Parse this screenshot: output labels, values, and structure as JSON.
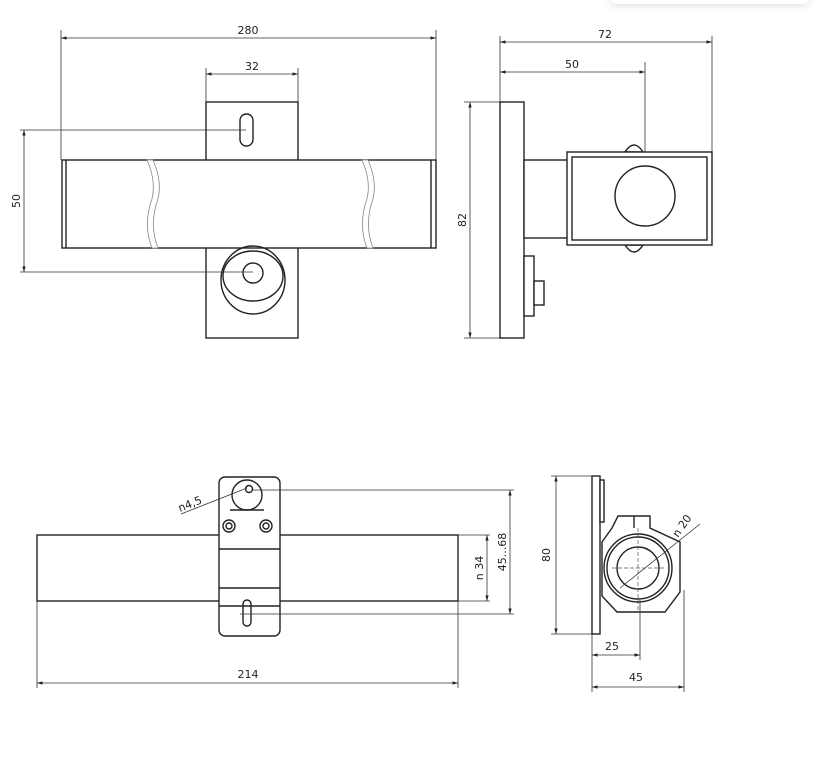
{
  "views": {
    "front_top": {
      "dim_overall_width": "280",
      "dim_plate_width": "32",
      "dim_height": "50"
    },
    "side_top": {
      "dim_overall_depth": "72",
      "dim_center_offset": "50",
      "dim_height": "82"
    },
    "front_bottom": {
      "dim_length": "214",
      "dim_hole": "n4,5",
      "dim_tube": "n 34",
      "dim_range": "45...68"
    },
    "side_bottom": {
      "dim_height": "80",
      "dim_bore": "n 20",
      "dim_center_offset": "25",
      "dim_depth": "45"
    }
  }
}
